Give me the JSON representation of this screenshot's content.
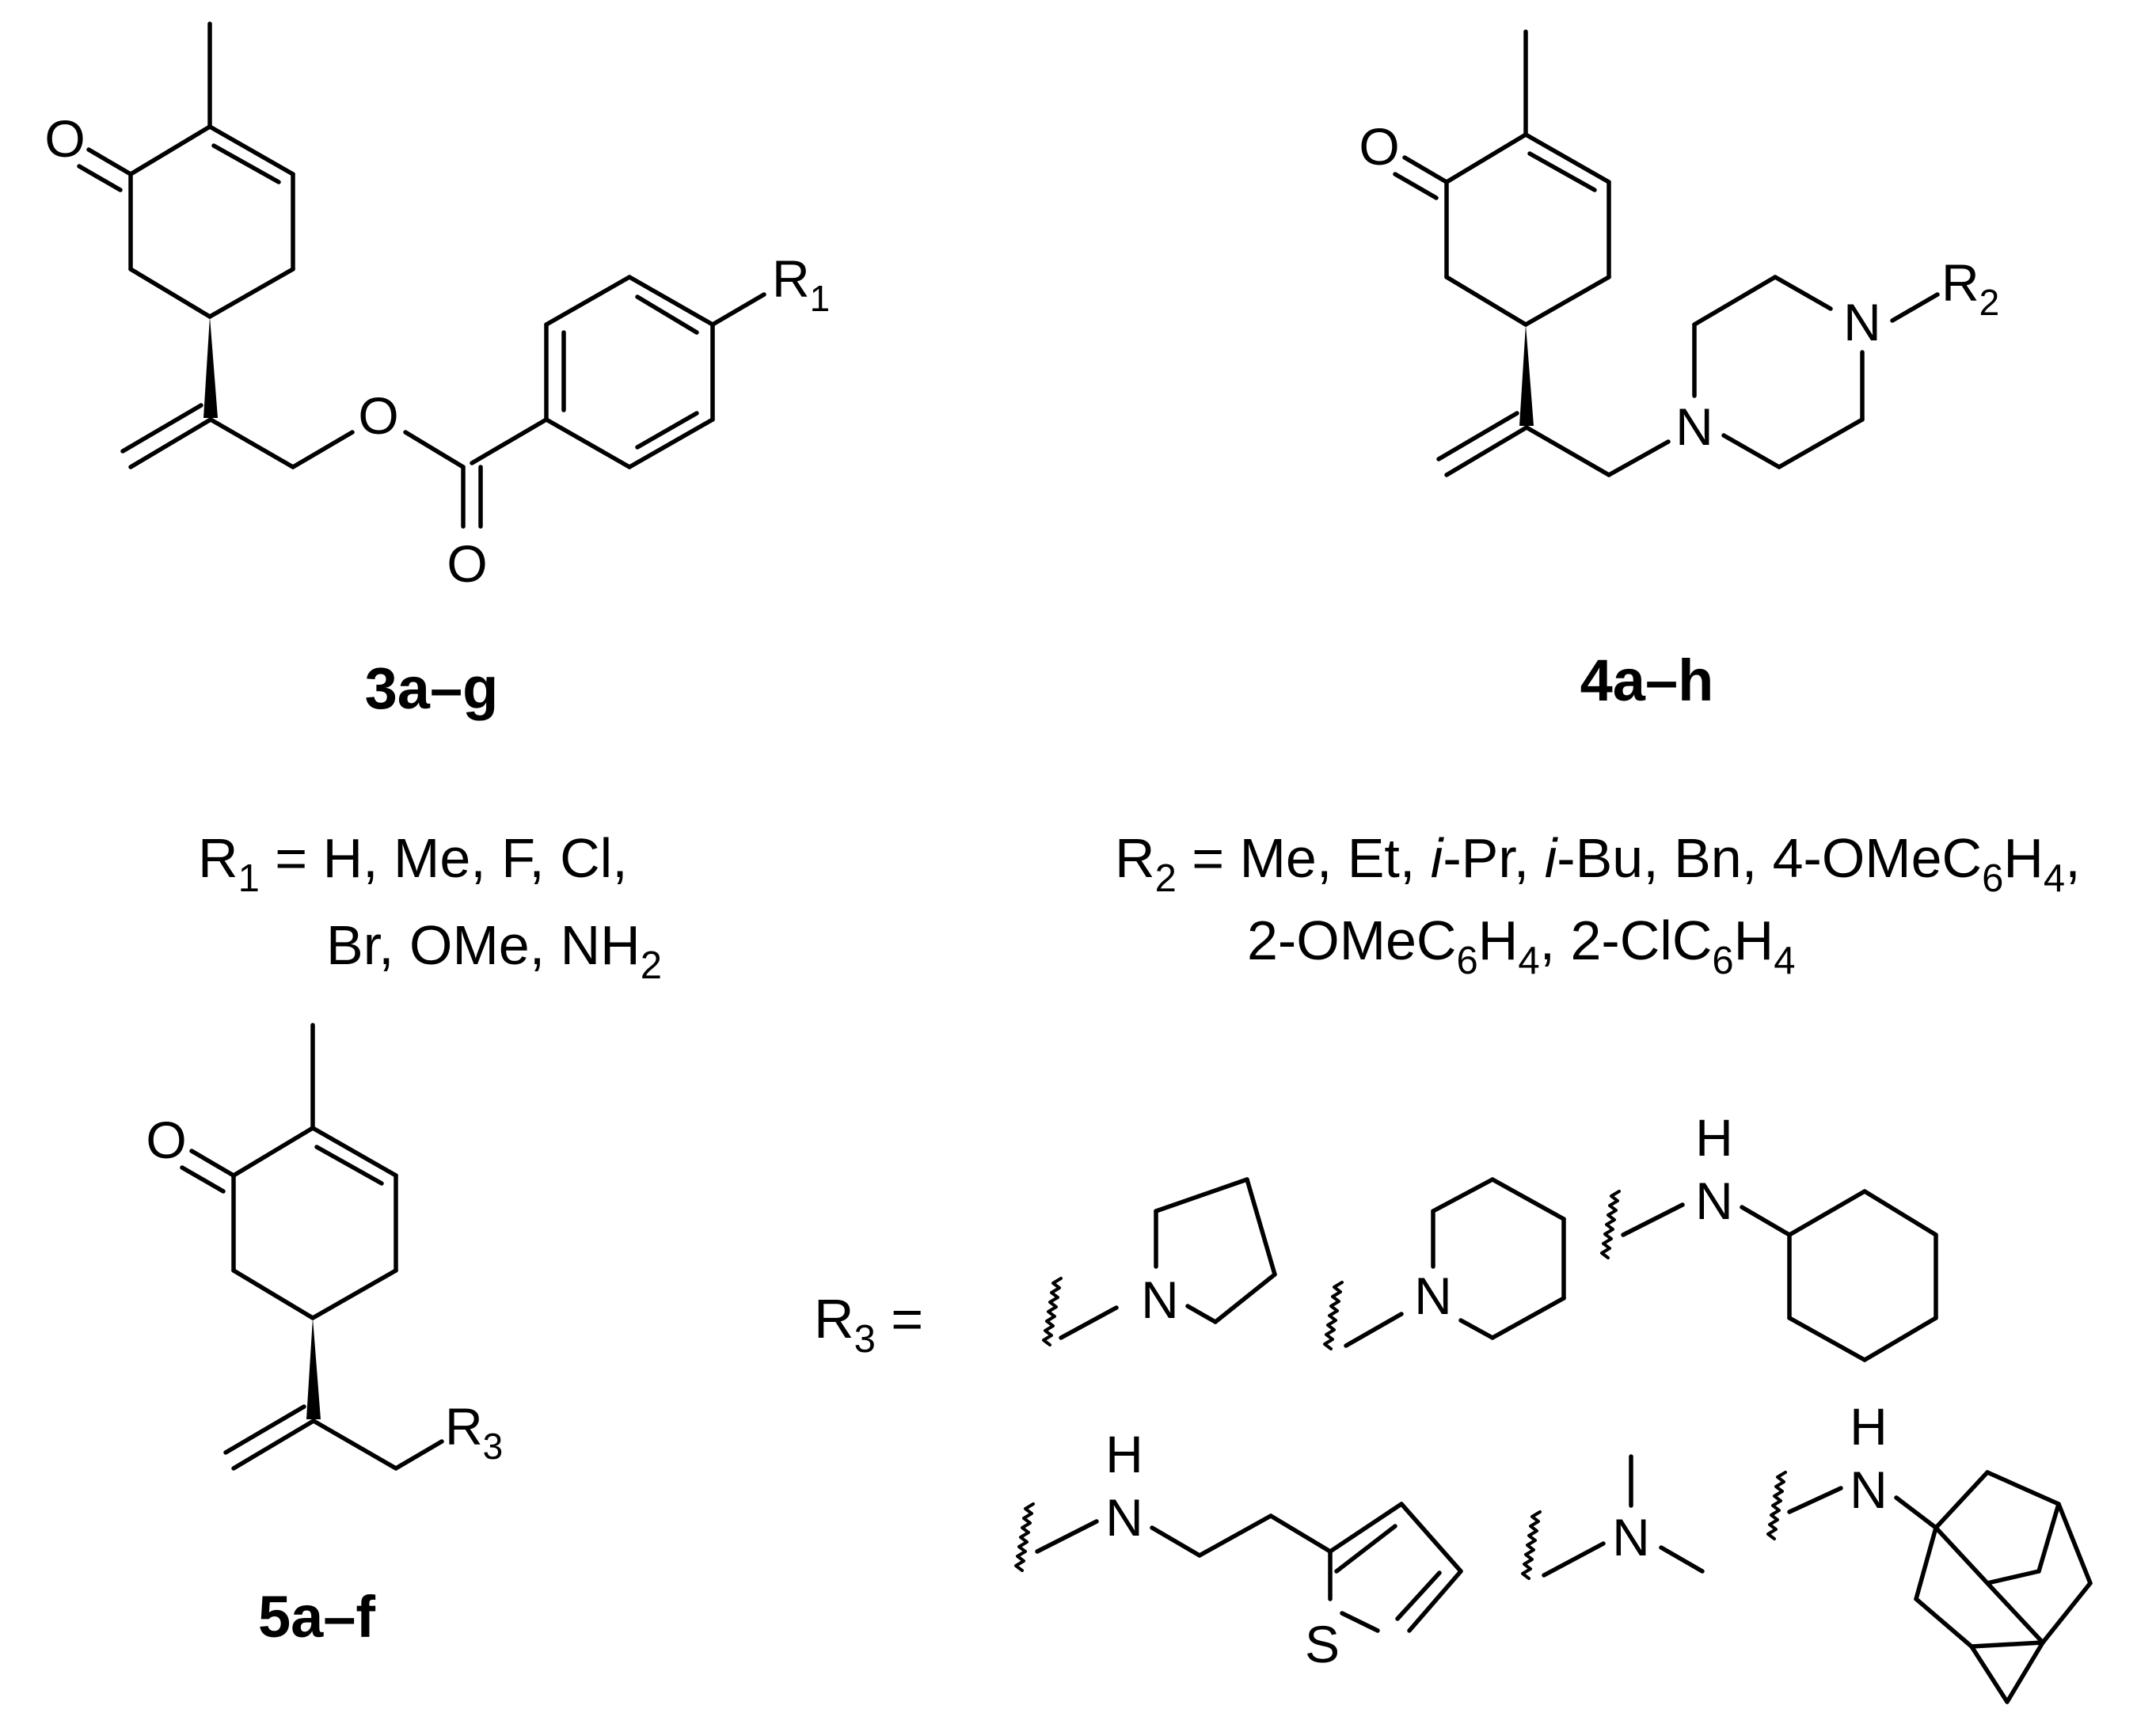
{
  "compounds": [
    {
      "label": "3a–g",
      "linker": {
        "O": "O",
        "carbonyl_O": "O"
      },
      "substituent": {
        "symbol": "R",
        "index": "1"
      },
      "definition": {
        "symbol": "R",
        "index": "1",
        "line1": " = H, Me, F, Cl,",
        "line2": "Br, OMe, NH",
        "line2_sub": "2"
      }
    },
    {
      "label": "4a–h",
      "linker": {
        "N1": "N",
        "N2": "N"
      },
      "substituent": {
        "symbol": "R",
        "index": "2"
      },
      "definition": {
        "symbol": "R",
        "index": "2",
        "line1_a": " = Me, Et, ",
        "line1_b": "i",
        "line1_c": "-Pr, ",
        "line1_d": "i",
        "line1_e": "-Bu, Bn, 4-OMeC",
        "line1_f": "6",
        "line1_g": "H",
        "line1_h": "4",
        "line1_i": ",",
        "line2_a": "2-OMeC",
        "line2_b": "6",
        "line2_c": "H",
        "line2_d": "4",
        "line2_e": ", 2-ClC",
        "line2_f": "6",
        "line2_g": "H",
        "line2_h": "4"
      }
    },
    {
      "label": "5a–f",
      "substituent": {
        "symbol": "R",
        "index": "3"
      },
      "definition": {
        "symbol": "R",
        "index": "3",
        "eq": " ="
      },
      "options": [
        {
          "name": "pyrrolidine",
          "atoms": [
            "N"
          ]
        },
        {
          "name": "piperidine",
          "atoms": [
            "N"
          ]
        },
        {
          "name": "cyclohexylamine",
          "atoms": [
            "H",
            "N"
          ]
        },
        {
          "name": "thiophene-ethylamine",
          "atoms": [
            "H",
            "N",
            "S"
          ]
        },
        {
          "name": "dimethylamine",
          "atoms": [
            "N"
          ]
        },
        {
          "name": "adamantylamine",
          "atoms": [
            "H",
            "N"
          ]
        }
      ]
    }
  ],
  "carbonyl_label": "O"
}
